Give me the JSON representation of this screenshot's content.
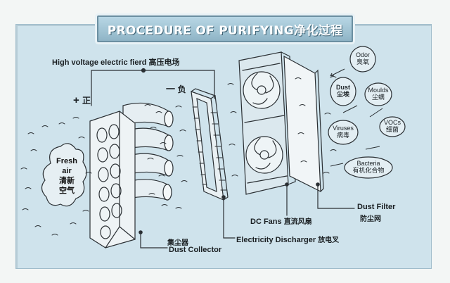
{
  "title": "PROCEDURE OF PURIFYING净化过程",
  "labels": {
    "field_en": "High voltage electric fierd",
    "field_cn": "高压电场",
    "positive_sign": "+",
    "positive_cn": "正",
    "negative_sign": "一",
    "negative_cn": "负",
    "fresh_en1": "Fresh",
    "fresh_en2": "air",
    "fresh_cn1": "清新",
    "fresh_cn2": "空气",
    "collector_cn": "集尘器",
    "collector_en": "Dust Collector",
    "discharger_en": "Electricity Discharger",
    "discharger_cn": "放电叉",
    "fans_en": "DC Fans",
    "fans_cn": "直流风扇",
    "filter_en": "Dust Filter",
    "filter_cn": "防尘网"
  },
  "pollutants": [
    {
      "en": "Odor",
      "cn": "臭氧"
    },
    {
      "en": "Dust",
      "cn": "尘埃"
    },
    {
      "en": "Moulds",
      "cn": "尘螨"
    },
    {
      "en": "VOCs",
      "cn": "细菌"
    },
    {
      "en": "Viruses",
      "cn": "病毒"
    },
    {
      "en": "Bacteria",
      "cn": "有机化合物"
    }
  ],
  "colors": {
    "panel": "#cfe3ec",
    "banner": "#8fb4c6",
    "ink": "#2a2f33"
  }
}
